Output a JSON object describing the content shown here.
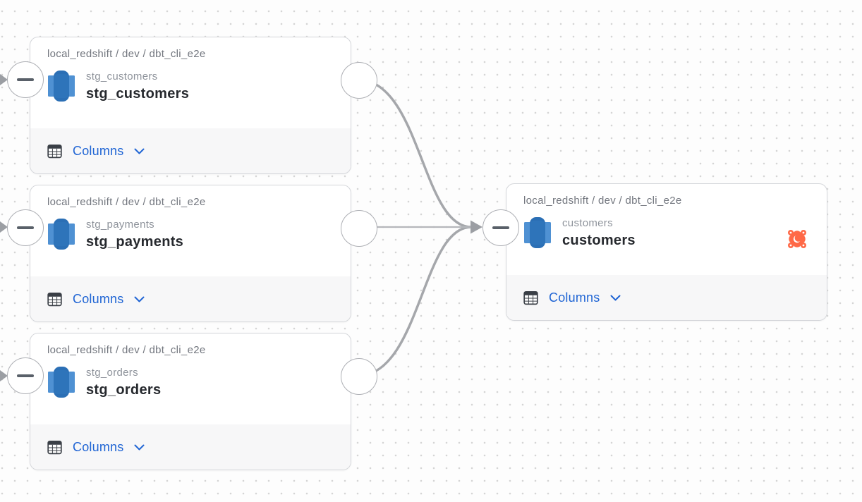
{
  "canvas": {
    "background_dot_color": "#d5d5d5",
    "edge_color": "#a5a7ab",
    "straight_edge_color": "#b5b7bb",
    "arrow_color": "#9b9ea3"
  },
  "colors": {
    "columns_link_blue": "#2065d4",
    "redshift_blue_dark": "#2b6fb5",
    "redshift_blue_light": "#5294d6",
    "dbt_orange": "#ff6947",
    "card_border": "#d4d6da",
    "footer_bg": "#f7f7f8",
    "title_text": "#26292e",
    "muted_text": "#8e939b",
    "breadcrumb_text": "#72767e"
  },
  "nodes": [
    {
      "id": "stg_customers",
      "breadcrumb": "local_redshift / dev / dbt_cli_e2e",
      "subtitle": "stg_customers",
      "title": "stg_customers",
      "columns_label": "Columns",
      "source_icon": "redshift-icon"
    },
    {
      "id": "stg_payments",
      "breadcrumb": "local_redshift / dev / dbt_cli_e2e",
      "subtitle": "stg_payments",
      "title": "stg_payments",
      "columns_label": "Columns",
      "source_icon": "redshift-icon"
    },
    {
      "id": "stg_orders",
      "breadcrumb": "local_redshift / dev / dbt_cli_e2e",
      "subtitle": "stg_orders",
      "title": "stg_orders",
      "columns_label": "Columns",
      "source_icon": "redshift-icon"
    },
    {
      "id": "customers",
      "breadcrumb": "local_redshift / dev / dbt_cli_e2e",
      "subtitle": "customers",
      "title": "customers",
      "columns_label": "Columns",
      "source_icon": "redshift-icon",
      "badge_icon": "dbt-icon"
    }
  ],
  "edges": [
    {
      "from": "stg_customers",
      "to": "customers"
    },
    {
      "from": "stg_payments",
      "to": "customers"
    },
    {
      "from": "stg_orders",
      "to": "customers"
    }
  ]
}
